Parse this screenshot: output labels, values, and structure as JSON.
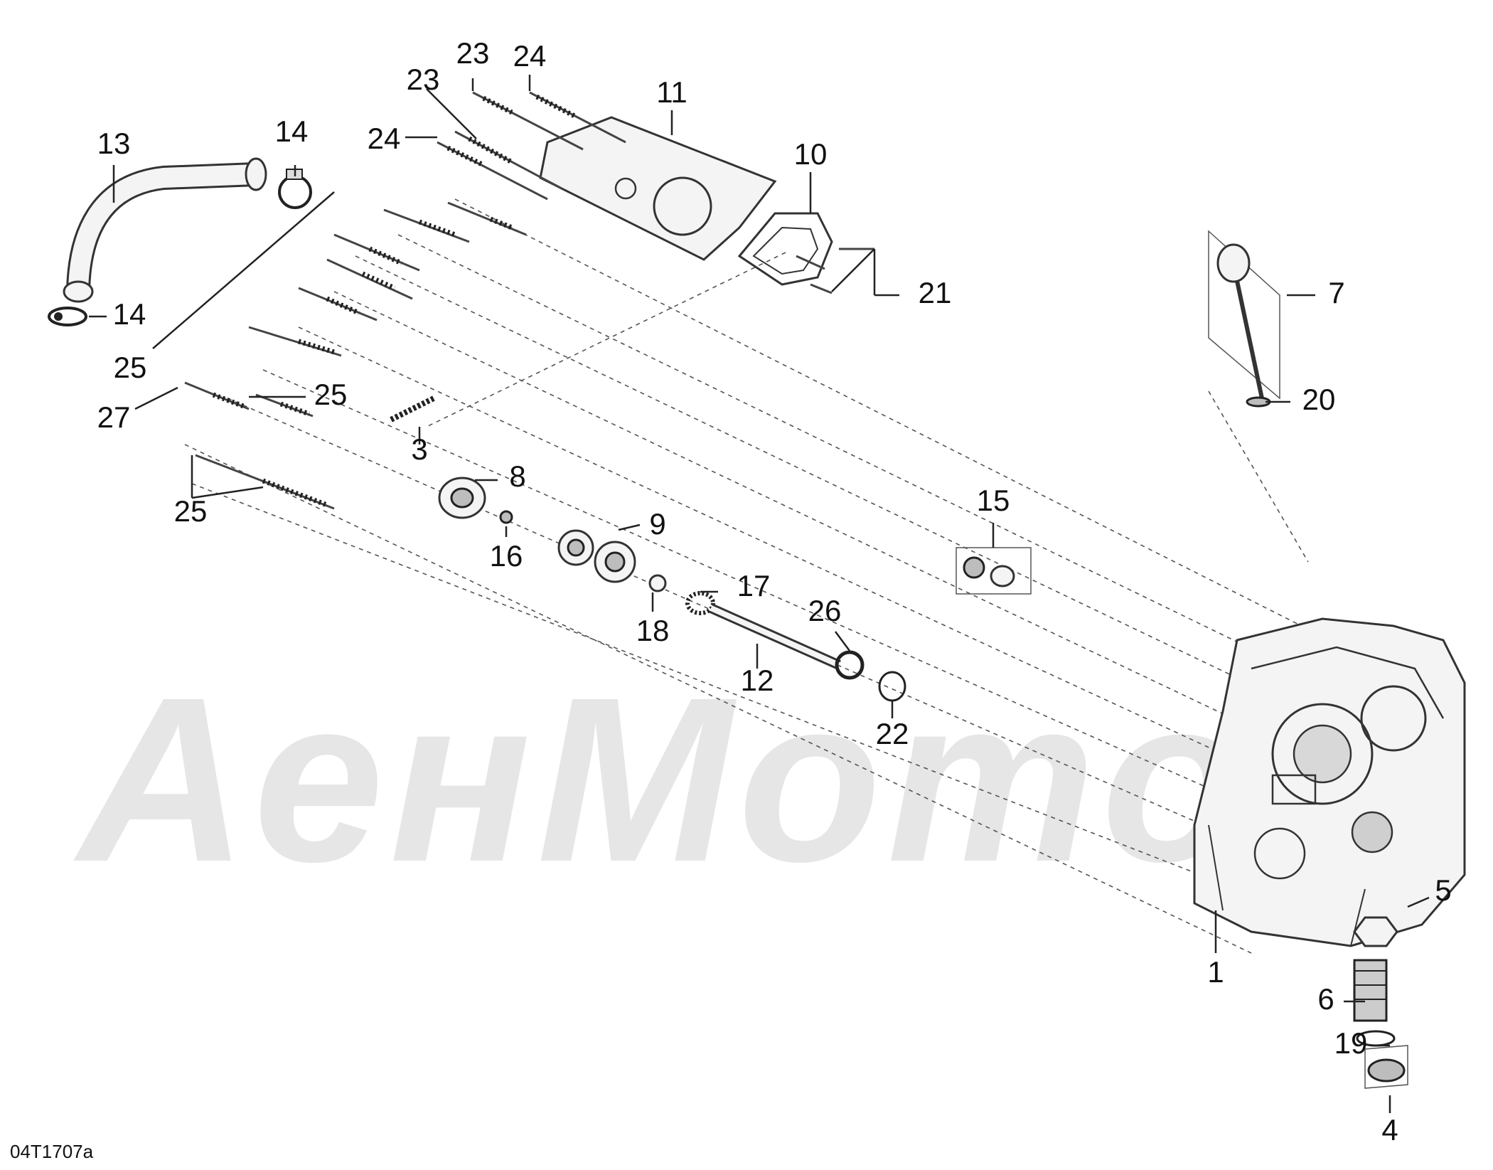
{
  "diagram": {
    "figure_ref": "04T1707a",
    "watermark": "AeнMoтo",
    "callouts": [
      {
        "id": "c1",
        "label": "1"
      },
      {
        "id": "c3",
        "label": "3"
      },
      {
        "id": "c4",
        "label": "4"
      },
      {
        "id": "c5",
        "label": "5"
      },
      {
        "id": "c6",
        "label": "6"
      },
      {
        "id": "c7",
        "label": "7"
      },
      {
        "id": "c8",
        "label": "8"
      },
      {
        "id": "c9",
        "label": "9"
      },
      {
        "id": "c10",
        "label": "10"
      },
      {
        "id": "c11",
        "label": "11"
      },
      {
        "id": "c12",
        "label": "12"
      },
      {
        "id": "c13",
        "label": "13"
      },
      {
        "id": "c14a",
        "label": "14"
      },
      {
        "id": "c14b",
        "label": "14"
      },
      {
        "id": "c15",
        "label": "15"
      },
      {
        "id": "c16",
        "label": "16"
      },
      {
        "id": "c17",
        "label": "17"
      },
      {
        "id": "c18",
        "label": "18"
      },
      {
        "id": "c19",
        "label": "19"
      },
      {
        "id": "c20",
        "label": "20"
      },
      {
        "id": "c21",
        "label": "21"
      },
      {
        "id": "c22",
        "label": "22"
      },
      {
        "id": "c23a",
        "label": "23"
      },
      {
        "id": "c23b",
        "label": "23"
      },
      {
        "id": "c24a",
        "label": "24"
      },
      {
        "id": "c24b",
        "label": "24"
      },
      {
        "id": "c25a",
        "label": "25"
      },
      {
        "id": "c25b",
        "label": "25"
      },
      {
        "id": "c25c",
        "label": "25"
      },
      {
        "id": "c26",
        "label": "26"
      },
      {
        "id": "c27",
        "label": "27"
      }
    ]
  }
}
